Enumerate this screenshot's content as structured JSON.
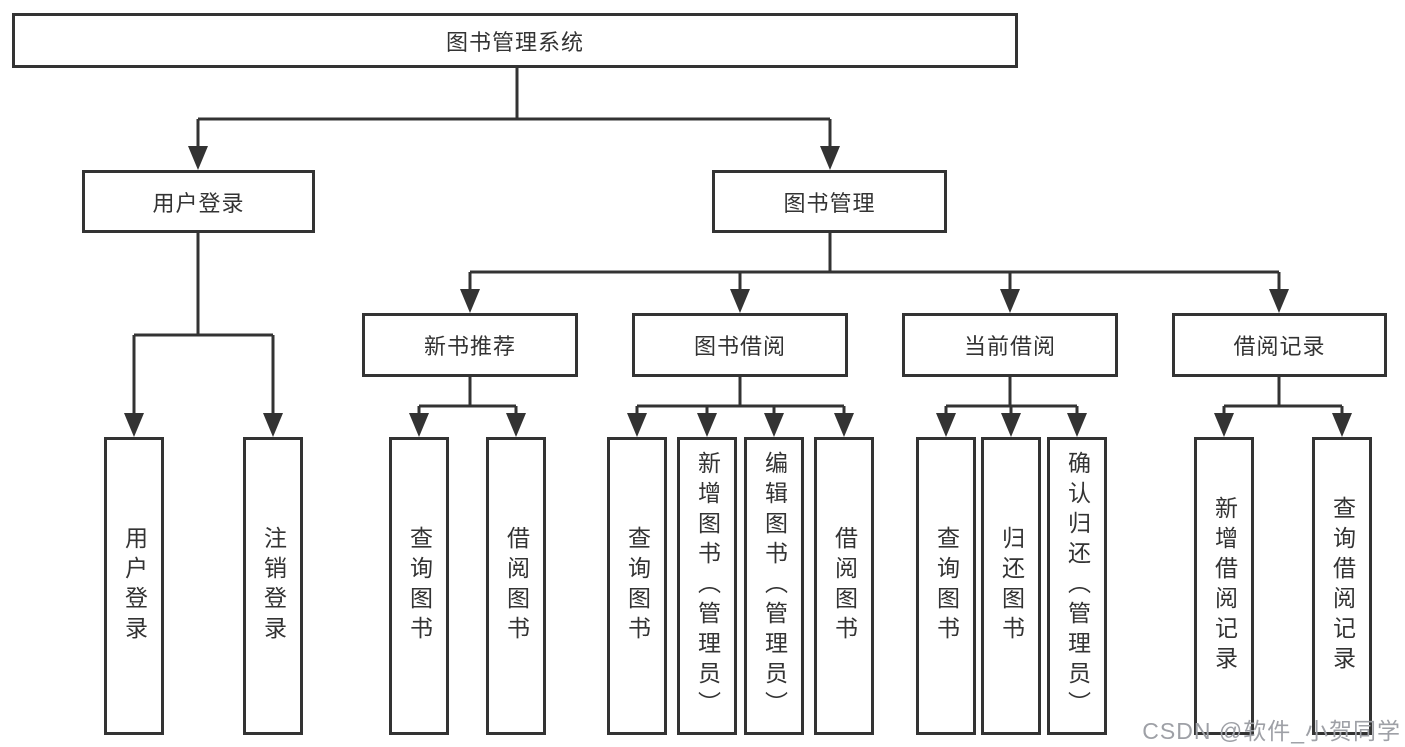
{
  "diagram": {
    "title": "图书管理系统",
    "level2": {
      "user_login": "用户登录",
      "book_mgmt": "图书管理"
    },
    "level3": {
      "new_books": "新书推荐",
      "book_borrow": "图书借阅",
      "current_borrow": "当前借阅",
      "borrow_records": "借阅记录"
    },
    "leaves": {
      "user_login": "用户登录",
      "logout": "注销登录",
      "nb_query": "查询图书",
      "nb_borrow": "借阅图书",
      "bb_query": "查询图书",
      "bb_add": "新增图书（管理员）",
      "bb_edit": "编辑图书（管理员）",
      "bb_borrow": "借阅图书",
      "cb_query": "查询图书",
      "cb_return": "归还图书",
      "cb_confirm": "确认归还（管理员）",
      "br_add": "新增借阅记录",
      "br_query": "查询借阅记录"
    }
  },
  "watermark": "CSDN @软件_小贺同学",
  "colors": {
    "line": "#333333",
    "text": "#333333",
    "watermark": "#9ea0a6",
    "background": "#ffffff"
  }
}
